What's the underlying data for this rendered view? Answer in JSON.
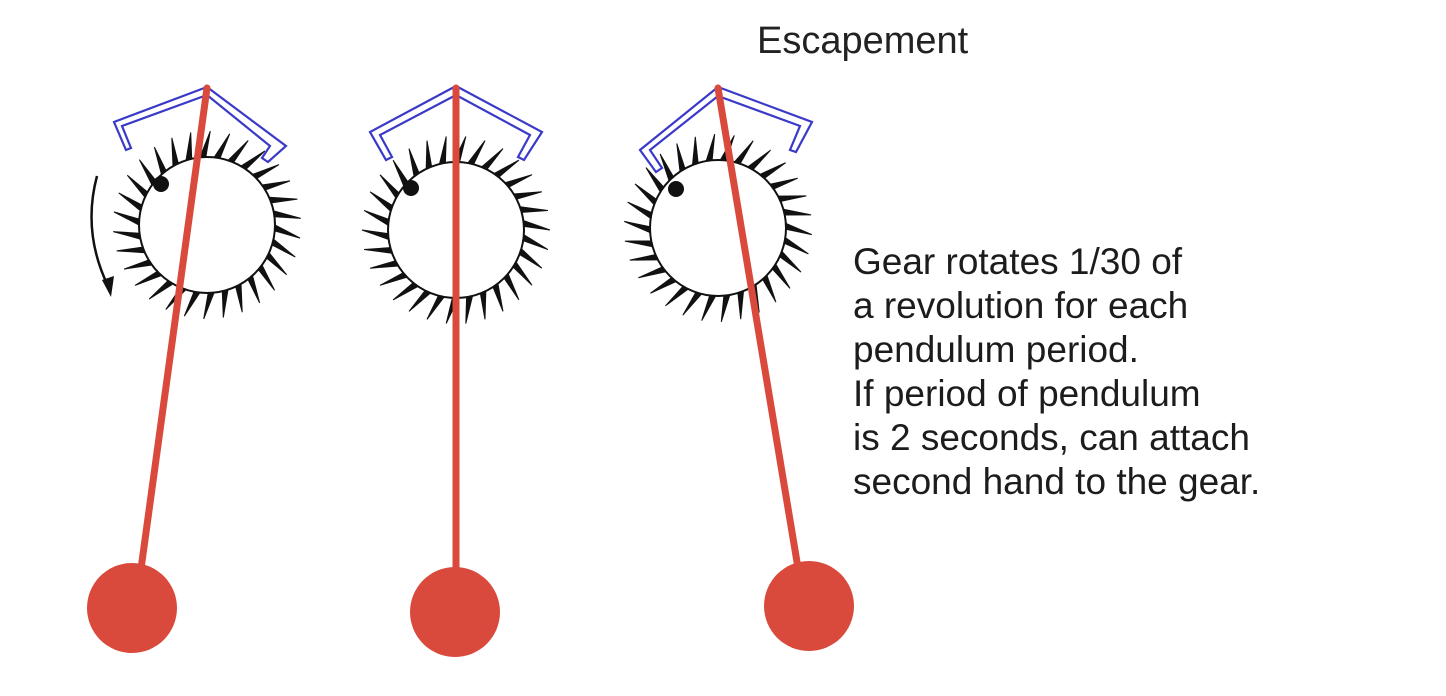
{
  "title": "Escapement",
  "description": [
    "Gear rotates 1/30 of",
    "a revolution for each",
    "pendulum period.",
    "If period of pendulum",
    "is 2 seconds, can attach",
    "second hand to the gear."
  ],
  "gear": {
    "teeth": 30
  },
  "colors": {
    "pendulum": "#d94a3c",
    "escapement": "#3a3ac8",
    "gear": "#111111",
    "arrow": "#111111"
  },
  "icons": [
    "gear-icon",
    "pendulum-icon",
    "escapement-anchor-icon",
    "rotation-arrow-icon"
  ]
}
